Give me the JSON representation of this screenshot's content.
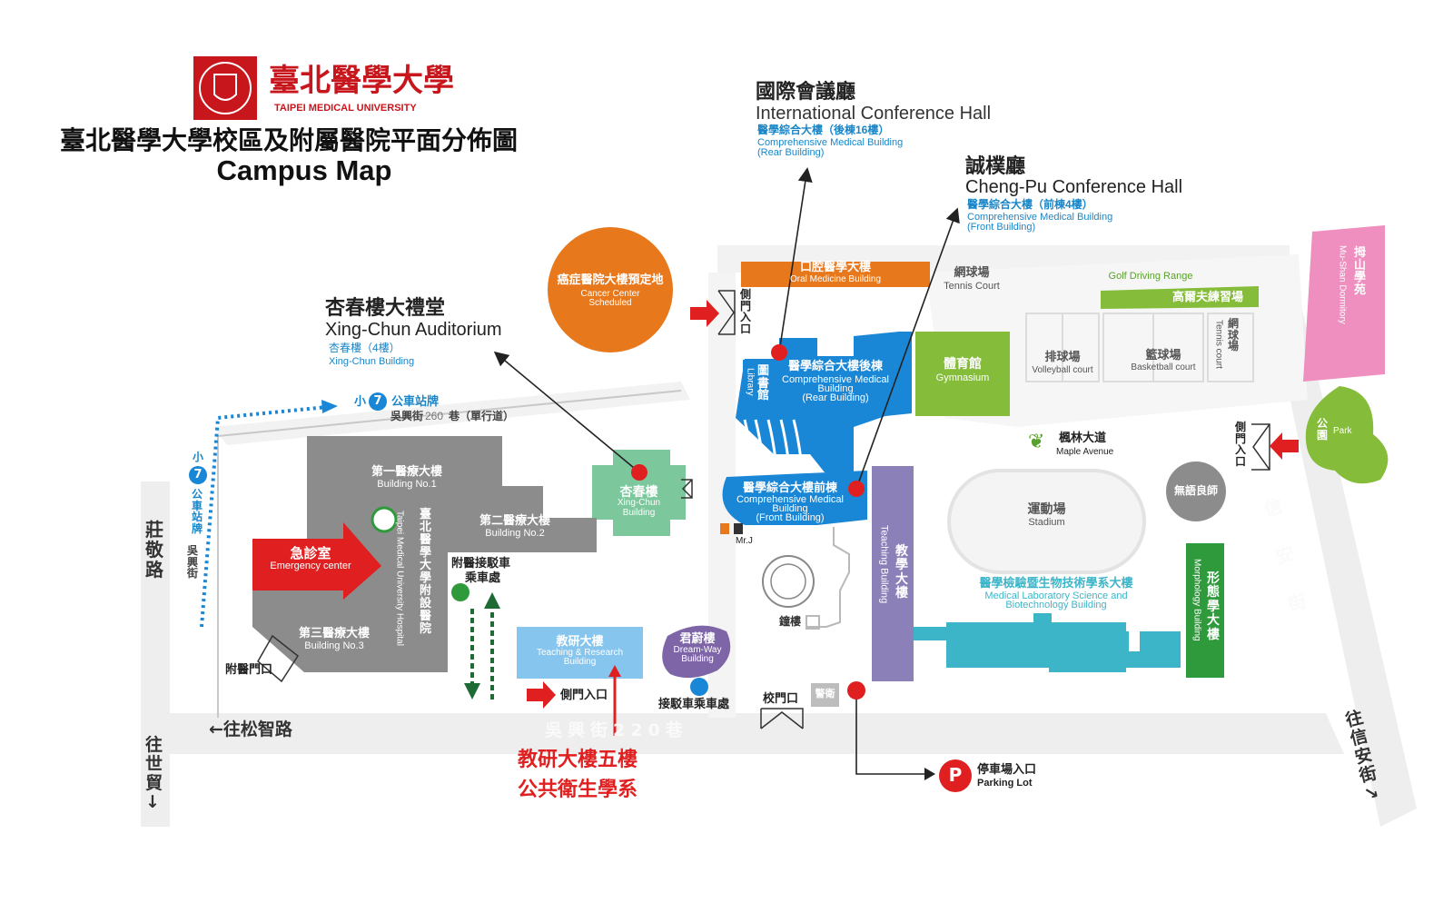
{
  "header": {
    "logo_text_zh": "臺北醫學大學",
    "logo_text_en": "TAIPEI MEDICAL UNIVERSITY",
    "title_zh": "臺北醫學大學校區及附屬醫院平面分佈圖",
    "title_en": "Campus Map"
  },
  "callouts": {
    "international_hall": {
      "zh": "國際會議廳",
      "en": "International Conference Hall",
      "sub_zh": "醫學綜合大樓（後棟16樓）",
      "sub_en1": "Comprehensive Medical Building",
      "sub_en2": "(Rear Building)"
    },
    "chengpu_hall": {
      "zh": "誠樸廳",
      "en": "Cheng-Pu Conference Hall",
      "sub_zh": "醫學綜合大樓（前棟4樓）",
      "sub_en1": "Comprehensive Medical Building",
      "sub_en2": "(Front Building)"
    },
    "xingchun_auditorium": {
      "zh": "杏春樓大禮堂",
      "en": "Xing-Chun Auditorium",
      "sub_zh": "杏春樓（4樓）",
      "sub_en": "Xing-Chun Building"
    },
    "public_health": {
      "line1": "教研大樓五樓",
      "line2": "公共衛生學系"
    }
  },
  "buildings": {
    "cancer_center": {
      "zh": "癌症醫院大樓預定地",
      "en1": "Cancer Center",
      "en2": "Scheduled"
    },
    "oral_medicine": {
      "zh": "口腔醫學大樓",
      "en": "Oral Medicine Building"
    },
    "rear_building": {
      "zh": "醫學綜合大樓後棟",
      "en1": "Comprehensive Medical",
      "en2": "Building",
      "en3": "(Rear Building)"
    },
    "library": {
      "zh": "圖書館",
      "en": "Library"
    },
    "front_building": {
      "zh": "醫學綜合大樓前棟",
      "en1": "Comprehensive Medical",
      "en2": "Building",
      "en3": "(Front Building)"
    },
    "gymnasium": {
      "zh": "體育館",
      "en": "Gymnasium"
    },
    "xingchun_building": {
      "zh": "杏春樓",
      "en1": "Xing-Chun",
      "en2": "Building"
    },
    "medical_no1": {
      "zh": "第一醫療大樓",
      "en": "Building No.1"
    },
    "medical_no2": {
      "zh": "第二醫療大樓",
      "en": "Building No.2"
    },
    "medical_no3": {
      "zh": "第三醫療大樓",
      "en": "Building No.3"
    },
    "hospital": {
      "zh": "臺北醫學大學附設醫院",
      "en": "Taipei Medical University Hospital"
    },
    "emergency": {
      "zh": "急診室",
      "en": "Emergency center"
    },
    "teaching_research": {
      "zh": "教研大樓",
      "en1": "Teaching & Research",
      "en2": "Building"
    },
    "dream_way": {
      "zh": "君蔚樓",
      "en1": "Dream-Way",
      "en2": "Building"
    },
    "teaching_building": {
      "zh": "教學大樓",
      "en": "Teaching Building"
    },
    "biotech": {
      "zh": "醫學檢驗暨生物技術學系大樓",
      "en1": "Medical Laboratory Science and",
      "en2": "Biotechnology Building"
    },
    "morphology": {
      "zh": "形態學大樓",
      "en": "Morphology Building"
    },
    "dormitory": {
      "zh": "拇山學苑",
      "en": "Mu-Shan Dormitory"
    },
    "bell_tower": {
      "zh": "鐘樓"
    },
    "guard": {
      "zh": "警衛"
    }
  },
  "facilities": {
    "tennis_top": {
      "zh": "網球場",
      "en": "Tennis Court"
    },
    "golf": {
      "en": "Golf Driving Range",
      "zh": "高爾夫練習場"
    },
    "volleyball": {
      "zh": "排球場",
      "en": "Volleyball court"
    },
    "basketball": {
      "zh": "籃球場",
      "en": "Basketball court"
    },
    "tennis_right": {
      "zh": "網球場",
      "en": "Tennis court"
    },
    "maple": {
      "zh": "楓林大道",
      "en": "Maple Avenue"
    },
    "stadium": {
      "zh": "運動場",
      "en": "Stadium"
    },
    "wuyu": {
      "zh": "無語良師"
    },
    "park": {
      "zh": "公園",
      "en": "Park"
    },
    "mrj": {
      "text": "Mr.J"
    }
  },
  "entrances": {
    "side_top": "側門入口",
    "side_right": "側門入口",
    "side_bottom": "側門入口",
    "school_gate": "校門口",
    "hospital_gate": "附醫門口",
    "shuttle_hospital_1": "附醫接駁車",
    "shuttle_hospital_2": "乘車處",
    "shuttle_dreamway": "接駁車乘車處",
    "parking_zh": "停車場入口",
    "parking_en": "Parking Lot",
    "parking_symbol": "P"
  },
  "roads": {
    "bus_stop_top": {
      "prefix": "小",
      "num": "7",
      "label": "公車站牌",
      "street": "吳興街",
      "lane": "260",
      "lane_suffix": "巷（單行道）"
    },
    "bus_stop_left": {
      "prefix": "小",
      "num": "7",
      "label": "公車站牌",
      "street": "吳興街"
    },
    "zhuangjing": "莊敬路",
    "to_songzhi": "←往松智路",
    "to_shimao": "往世貿↓",
    "wuxing_220": "吳興街220巷",
    "xinan": "信安街",
    "to_xinan": "往信安街↘"
  },
  "colors": {
    "orange": "#e8781c",
    "blue": "#1a86d6",
    "light_blue": "#86c5ee",
    "green": "#85bd3a",
    "teal_green": "#7cc79c",
    "grey_building": "#8c8c8c",
    "purple": "#8c80b8",
    "teal": "#3db5c8",
    "dark_green": "#2f9a3c",
    "pink": "#ee8fbf",
    "dream_purple": "#7e65a8",
    "red": "#e02020",
    "dark_red": "#c8161d",
    "road": "#eeeeee"
  }
}
